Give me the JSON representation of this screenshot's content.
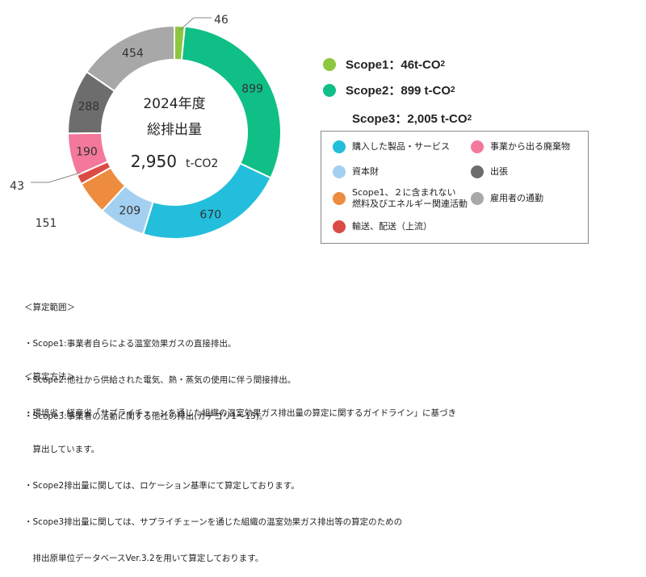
{
  "chart_data": {
    "type": "pie",
    "center": {
      "line1": "2024年度",
      "line2": "総排出量",
      "total_value": "2,950",
      "total_unit": "t-CO2"
    },
    "slices": [
      {
        "name": "Scope1：46t-CO2",
        "value": 46,
        "label": "46",
        "color": "#8dc63f"
      },
      {
        "name": "Scope2：899 t-CO2",
        "value": 899,
        "label": "899",
        "color": "#10bf86"
      },
      {
        "name": "購入した製品・サービス",
        "value": 670,
        "label": "670",
        "color": "#23bedc"
      },
      {
        "name": "資本財",
        "value": 209,
        "label": "209",
        "color": "#a3d0f0"
      },
      {
        "name": "Scope1、2に含まれない燃料及びエネルギー関連活動",
        "value": 151,
        "label": "151",
        "color": "#ed8c3e"
      },
      {
        "name": "輸送、配送（上流）",
        "value": 43,
        "label": "43",
        "color": "#db4b45"
      },
      {
        "name": "事業から出る廃棄物",
        "value": 190,
        "label": "190",
        "color": "#f4789b"
      },
      {
        "name": "出張",
        "value": 288,
        "label": "288",
        "color": "#6d6d6d"
      },
      {
        "name": "雇用者の通勤",
        "value": 454,
        "label": "454",
        "color": "#a8a8a8"
      }
    ]
  },
  "scopes": {
    "scope1": {
      "label": "Scope1：46t-CO",
      "sub": "2",
      "color": "#8dc63f"
    },
    "scope2": {
      "label": "Scope2：899 t-CO",
      "sub": "2",
      "color": "#10bf86"
    },
    "scope3": {
      "label": "Scope3：2,005 t-CO",
      "sub": "2"
    }
  },
  "legend": [
    {
      "text": "購入した製品・サービス",
      "color": "#23bedc"
    },
    {
      "text": "事業から出る廃棄物",
      "color": "#f4789b"
    },
    {
      "text": "資本財",
      "color": "#a3d0f0"
    },
    {
      "text": "出張",
      "color": "#6d6d6d"
    },
    {
      "text": "Scope1、２に含まれない",
      "text2": "燃料及びエネルギー関連活動",
      "color": "#ed8c3e"
    },
    {
      "text": "雇用者の通勤",
      "color": "#a8a8a8"
    },
    {
      "text": "輸送、配送（上流）",
      "color": "#db4b45"
    }
  ],
  "notes": {
    "scope_heading": "＜算定範囲＞",
    "scope_lines": [
      "・Scope1:事業者自らによる温室効果ガスの直接排出。",
      "・Scope2:他社から供給された電気、熱・蒸気の使用に伴う間接排出。",
      "・Scope3:事業者の活動に関する他社の排出(カテゴリ1～15)。"
    ],
    "method_heading": "＜算定方法＞",
    "method_lines": [
      "・環境省・経産省「サプライチェーンを通じた組織の温室効果ガス排出量の算定に関するガイドライン」に基づき",
      "　算出しています。",
      "・Scope2排出量に関しては、ロケーション基準にて算定しております。",
      "・Scope3排出量に関しては、サプライチェーンを通じた組織の温室効果ガス排出等の算定のための",
      "　排出原単位データベースVer.3.2を用いて算定しております。"
    ]
  }
}
